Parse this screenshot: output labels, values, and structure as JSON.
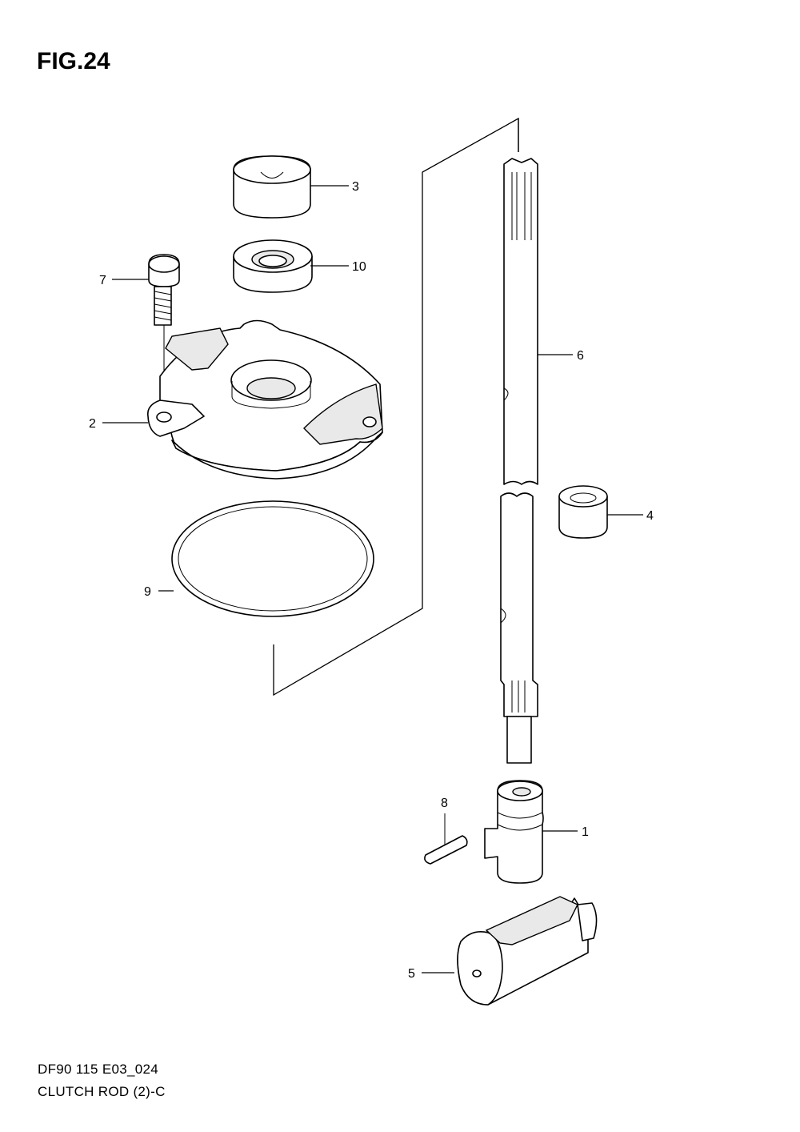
{
  "figure": {
    "title": "FIG.24",
    "code": "DF90 115 E03_024",
    "name": "CLUTCH ROD (2)-C"
  },
  "parts": [
    {
      "ref": "1"
    },
    {
      "ref": "2"
    },
    {
      "ref": "3"
    },
    {
      "ref": "4"
    },
    {
      "ref": "5"
    },
    {
      "ref": "6"
    },
    {
      "ref": "7"
    },
    {
      "ref": "8"
    },
    {
      "ref": "9"
    },
    {
      "ref": "10"
    }
  ]
}
